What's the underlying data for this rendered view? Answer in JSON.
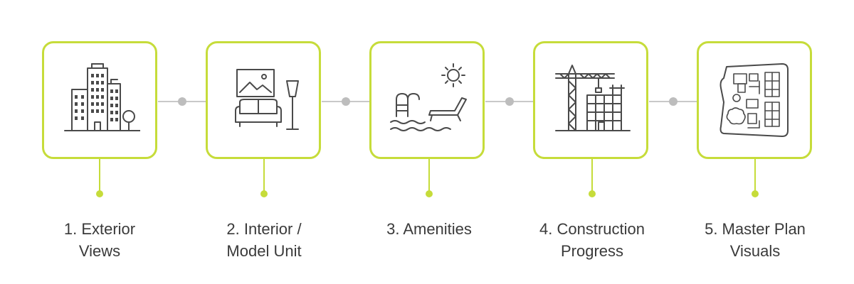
{
  "steps": [
    {
      "label": "1. Exterior\nViews",
      "icon": "city-buildings-icon"
    },
    {
      "label": "2. Interior /\nModel Unit",
      "icon": "living-room-icon"
    },
    {
      "label": "3. Amenities",
      "icon": "pool-icon"
    },
    {
      "label": "4. Construction\nProgress",
      "icon": "construction-crane-icon"
    },
    {
      "label": "5. Master Plan\nVisuals",
      "icon": "floor-plan-icon"
    }
  ],
  "colors": {
    "accent": "#c6dc3a",
    "connector": "#c9c9c9",
    "connector_dot": "#bdbdbd",
    "text": "#3a3a3a",
    "icon_stroke": "#4a4a4a"
  }
}
